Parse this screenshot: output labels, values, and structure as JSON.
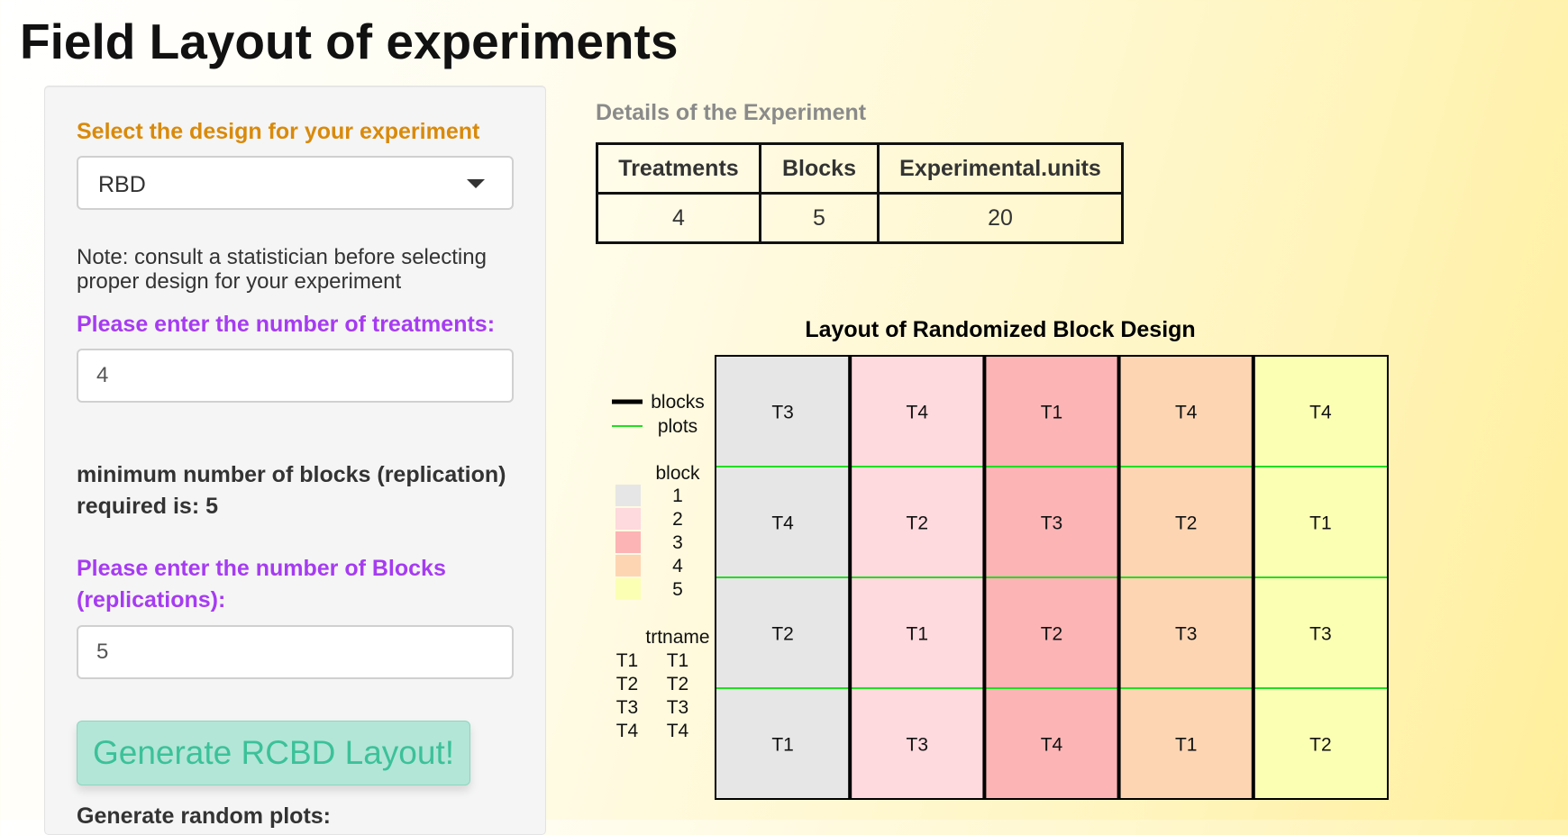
{
  "page": {
    "title": "Field Layout of experiments"
  },
  "sidebar": {
    "design_label": "Select the design for your experiment",
    "design_selected": "RBD",
    "note": "Note: consult a statistician before selecting proper design for your experiment",
    "treatments_label": "Please enter the number of treatments:",
    "treatments_value": "4",
    "min_blocks_text": "minimum number of blocks (replication) required is: 5",
    "blocks_label": "Please enter the number of Blocks (replications):",
    "blocks_value": "5",
    "generate_button": "Generate RCBD Layout!",
    "generate_random_label": "Generate random plots:"
  },
  "details": {
    "title": "Details of the Experiment",
    "headers": [
      "Treatments",
      "Blocks",
      "Experimental.units"
    ],
    "row": [
      "4",
      "5",
      "20"
    ]
  },
  "chart_data": {
    "type": "heatmap",
    "title": "Layout of Randomized Block Design",
    "blocks": [
      "1",
      "2",
      "3",
      "4",
      "5"
    ],
    "block_colors": [
      "#e6e6e6",
      "#fed9dd",
      "#fcb4b5",
      "#fdd5b3",
      "#fbffb4"
    ],
    "layout": [
      [
        "T3",
        "T4",
        "T2",
        "T1"
      ],
      [
        "T4",
        "T2",
        "T1",
        "T3"
      ],
      [
        "T1",
        "T3",
        "T2",
        "T4"
      ],
      [
        "T4",
        "T2",
        "T3",
        "T1"
      ],
      [
        "T4",
        "T1",
        "T3",
        "T2"
      ]
    ],
    "legend": {
      "lines": [
        {
          "label": "blocks",
          "color": "#000000"
        },
        {
          "label": "plots",
          "color": "#22dd22"
        }
      ],
      "block_title": "block",
      "trt_title": "trtname",
      "trt_codes": [
        "T1",
        "T2",
        "T3",
        "T4"
      ],
      "trt_names": [
        "T1",
        "T2",
        "T3",
        "T4"
      ]
    },
    "legend_position": "left"
  }
}
